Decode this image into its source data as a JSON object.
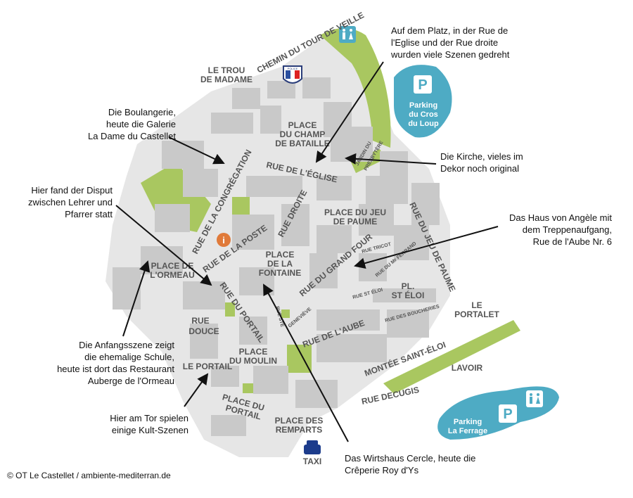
{
  "map": {
    "colors": {
      "town": "#e6e6e6",
      "buildings": "#c9c9c9",
      "green": "#a9c760",
      "parking": "#4eabc4",
      "text": "#555555"
    },
    "places": {
      "trou_madame": [
        "LE TROU",
        "DE MADAME"
      ],
      "chemin_tour": "CHEMIN DU TOUR DE VEILLE",
      "champ_bataille": [
        "PLACE",
        "DU CHAMP",
        "DE BATAILLE"
      ],
      "rue_eglise": "RUE DE L'ÉGLISE",
      "jardin": [
        "JARDIN DU",
        "PRESBYTÈRE"
      ],
      "rue_congregation": "RUE DE LA CONGRÉGATION",
      "rue_droite": "RUE DROITE",
      "jeu_paume": [
        "PLACE DU JEU",
        "DE PAUME"
      ],
      "rue_jeu_paume": "RUE DU JEU DE PAUME",
      "rue_poste": "RUE DE LA POSTE",
      "fontaine": [
        "PLACE",
        "DE LA",
        "FONTAINE"
      ],
      "grand_four": "RUE DU GRAND FOUR",
      "rue_tricot": "RUE TRICOT",
      "rue_ferrand": "RUE DU Mr FERRAND",
      "rue_st_eloi": "RUE ST ÉLOI",
      "pl_st_eloi": [
        "PL.",
        "ST ÉLOI"
      ],
      "rue_boucheries": "RUE DES BOUCHERIES",
      "ormeau": [
        "PLACE DE",
        "L'ORMEAU"
      ],
      "rue_portail": "RUE DU PORTAIL",
      "genevieve": "GENEVIÈVE",
      "rue_ste": "RUE STE",
      "rue_douce": [
        "RUE",
        "DOUCE"
      ],
      "rue_aube": "RUE DE L'AUBE",
      "le_portalet": [
        "LE",
        "PORTALET"
      ],
      "moulin": [
        "PLACE",
        "DU MOULIN"
      ],
      "le_portail": "LE PORTAIL",
      "montee": "MONTÉE SAINT-ÉLOI",
      "lavoir": "LAVOIR",
      "decugis": "RUE DECUGIS",
      "place_portail": [
        "PLACE DU",
        "PORTAIL"
      ],
      "remparts": [
        "PLACE DES",
        "REMPARTS"
      ],
      "taxi": "TAXI",
      "police": "POLICE"
    },
    "parking": [
      {
        "name": [
          "Parking",
          "du Cros",
          "du Loup"
        ],
        "icon": "parking-icon"
      },
      {
        "name": [
          "Parking",
          "La Ferrage"
        ],
        "icon": "parking-icon"
      }
    ],
    "icons": [
      "toilet-icon",
      "parking-icon",
      "police-badge-icon",
      "info-icon",
      "taxi-icon"
    ]
  },
  "annotations": {
    "platz": [
      "Auf dem Platz, in der Rue de",
      "l'Eglise und der Rue droite",
      "wurden viele Szenen gedreht"
    ],
    "boulangerie": [
      "Die Boulangerie,",
      "heute die Galerie",
      "La Dame du Castellet"
    ],
    "kirche": [
      "Die Kirche, vieles im",
      "Dekor noch original"
    ],
    "disput": [
      "Hier fand der Disput",
      "zwischen Lehrer und",
      "Pfarrer statt"
    ],
    "angele": [
      "Das Haus von Angèle mit",
      "dem Treppenaufgang,",
      "Rue de l'Aube Nr. 6"
    ],
    "anfang": [
      "Die Anfangsszene zeigt",
      "die ehemalige Schule,",
      "heute ist dort das Restaurant",
      "Auberge de l'Ormeau"
    ],
    "tor": [
      "Hier am Tor spielen",
      "einige Kult-Szenen"
    ],
    "wirtshaus": [
      "Das Wirtshaus Cercle, heute die",
      "Crêperie Roy d'Ys"
    ]
  },
  "copyright": "© OT Le Castellet / ambiente-mediterran.de"
}
